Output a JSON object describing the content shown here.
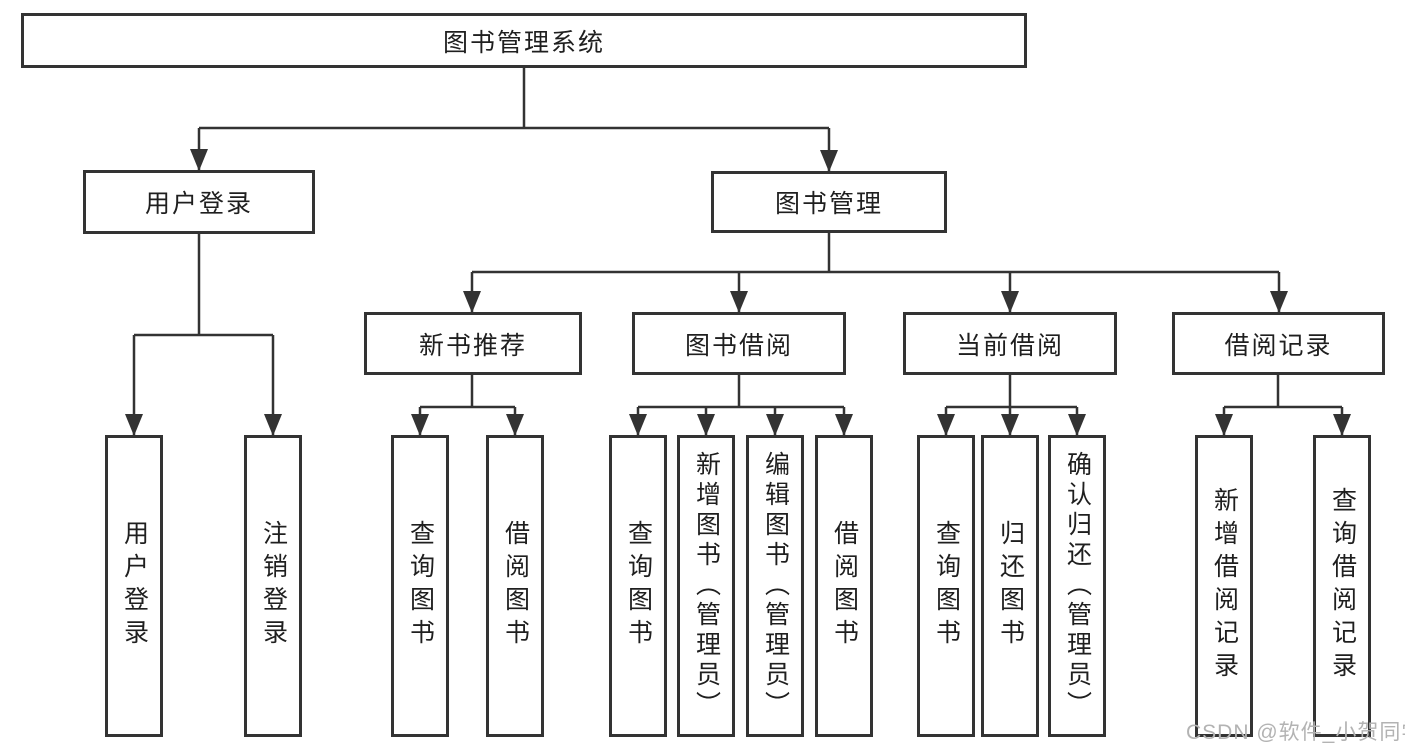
{
  "diagram": {
    "type": "hierarchy-tree",
    "watermark": "CSDN @软件_小贺同学",
    "colors": {
      "line": "#333333",
      "box_border": "#333333",
      "box_fill": "#ffffff",
      "text": "#1f1f1f",
      "watermark": "#b3b3b3",
      "background": "#ffffff"
    },
    "nodes": {
      "root": "图书管理系统",
      "user_login": "用户登录",
      "book_mgmt": "图书管理",
      "new_book_rec": "新书推荐",
      "book_borrow": "图书借阅",
      "current_borrow": "当前借阅",
      "borrow_records": "借阅记录",
      "login": "用户登录",
      "logout": "注销登录",
      "rec_query_book": "查询图书",
      "rec_borrow_book": "借阅图书",
      "bor_query_book": "查询图书",
      "bor_add_book": "新增图书（管理员）",
      "bor_edit_book": "编辑图书（管理员）",
      "bor_borrow_book": "借阅图书",
      "cur_query_book": "查询图书",
      "cur_return_book": "归还图书",
      "cur_confirm_return": "确认归还（管理员）",
      "rcd_add_record": "新增借阅记录",
      "rcd_query_record": "查询借阅记录"
    },
    "hierarchy": [
      {
        "parent": "图书管理系统",
        "children": [
          "用户登录",
          "图书管理"
        ]
      },
      {
        "parent": "用户登录",
        "children": [
          "用户登录",
          "注销登录"
        ]
      },
      {
        "parent": "图书管理",
        "children": [
          "新书推荐",
          "图书借阅",
          "当前借阅",
          "借阅记录"
        ]
      },
      {
        "parent": "新书推荐",
        "children": [
          "查询图书",
          "借阅图书"
        ]
      },
      {
        "parent": "图书借阅",
        "children": [
          "查询图书",
          "新增图书（管理员）",
          "编辑图书（管理员）",
          "借阅图书"
        ]
      },
      {
        "parent": "当前借阅",
        "children": [
          "查询图书",
          "归还图书",
          "确认归还（管理员）"
        ]
      },
      {
        "parent": "借阅记录",
        "children": [
          "新增借阅记录",
          "查询借阅记录"
        ]
      }
    ]
  }
}
